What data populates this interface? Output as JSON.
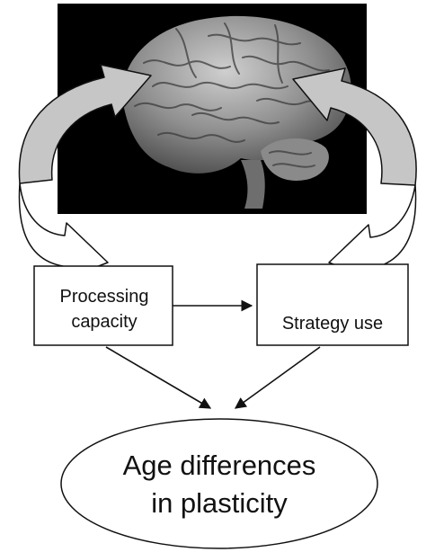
{
  "diagram": {
    "image": {
      "subject": "brain-photo",
      "background_color": "#000000"
    },
    "nodes": {
      "processing_capacity": {
        "line1": "Processing",
        "line2": "capacity"
      },
      "strategy_use": {
        "label": "Strategy use"
      },
      "outcome": {
        "line1": "Age differences",
        "line2": "in plasticity"
      }
    },
    "colors": {
      "arrow_fill": "#c6c6c6",
      "stroke": "#111111",
      "box_fill": "#ffffff"
    }
  }
}
